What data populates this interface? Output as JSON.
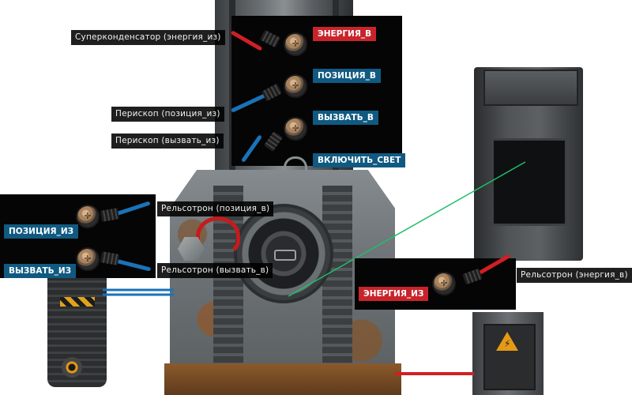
{
  "reactor": {
    "top_panel": {
      "wires": [
        {
          "pin_label": "ЭНЕРГИЯ_В",
          "pin_color": "#c8242b",
          "cable_color": "#d11f25",
          "label": "Суперконденсатор (энергия_из)"
        },
        {
          "pin_label": "ПОЗИЦИЯ_В",
          "pin_color": "#105a82",
          "cable_color": "#1a72b8",
          "label": "Перископ (позиция_из)"
        },
        {
          "pin_label": "ВЫЗВАТЬ_В",
          "pin_color": "#105a82",
          "cable_color": "#1a72b8",
          "label": "Перископ (вызвать_из)"
        },
        {
          "pin_label": "ВКЛЮЧИТЬ_СВЕТ",
          "pin_color": "#105a82",
          "cable_color": "",
          "label": ""
        }
      ]
    }
  },
  "railgun": {
    "panel": {
      "wires": [
        {
          "pin_label": "ПОЗИЦИЯ_ИЗ",
          "pin_color": "#105a82",
          "cable_color": "#1a72b8",
          "label": "Рельсотрон (позиция_в)"
        },
        {
          "pin_label": "ВЫЗВАТЬ_ИЗ",
          "pin_color": "#105a82",
          "cable_color": "#1a72b8",
          "label": "Рельсотрон (вызвать_в)"
        }
      ]
    }
  },
  "supercapacitor": {
    "panel": {
      "wires": [
        {
          "pin_label": "ЭНЕРГИЯ_ИЗ",
          "pin_color": "#c8242b",
          "cable_color": "#d11f25",
          "label": "Рельсотрон (энергия_в)"
        }
      ]
    },
    "icon": "high-voltage-icon"
  },
  "colors": {
    "power_wire": "#d11f25",
    "signal_wire": "#1a72b8",
    "selection_line": "#1fbf6a"
  }
}
